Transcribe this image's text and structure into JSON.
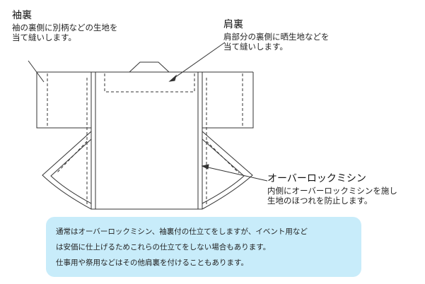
{
  "labels": {
    "sleeve_lining": {
      "title": "袖裏",
      "desc": [
        "袖の裏側に別柄などの生地を",
        "当て縫いします。"
      ]
    },
    "shoulder_lining": {
      "title": "肩裏",
      "desc": [
        "肩部分の裏側に晒生地などを",
        "当て縫いします。"
      ]
    },
    "overlock": {
      "title": "オーバーロックミシン",
      "desc": [
        "内側にオーバーロックミシンを施し",
        "生地のほつれを防止します。"
      ]
    }
  },
  "note": {
    "lines": [
      "通常はオーバーロックミシン、袖裏付の仕立てをしますが、イベント用など",
      "は安価に仕上げるためこれらの仕立てをしない場合もあります。",
      "仕事用や祭用などはその他肩裏を付けることもあります。"
    ]
  },
  "colors": {
    "line": "#333333",
    "note_background": "#c8ecfa"
  }
}
